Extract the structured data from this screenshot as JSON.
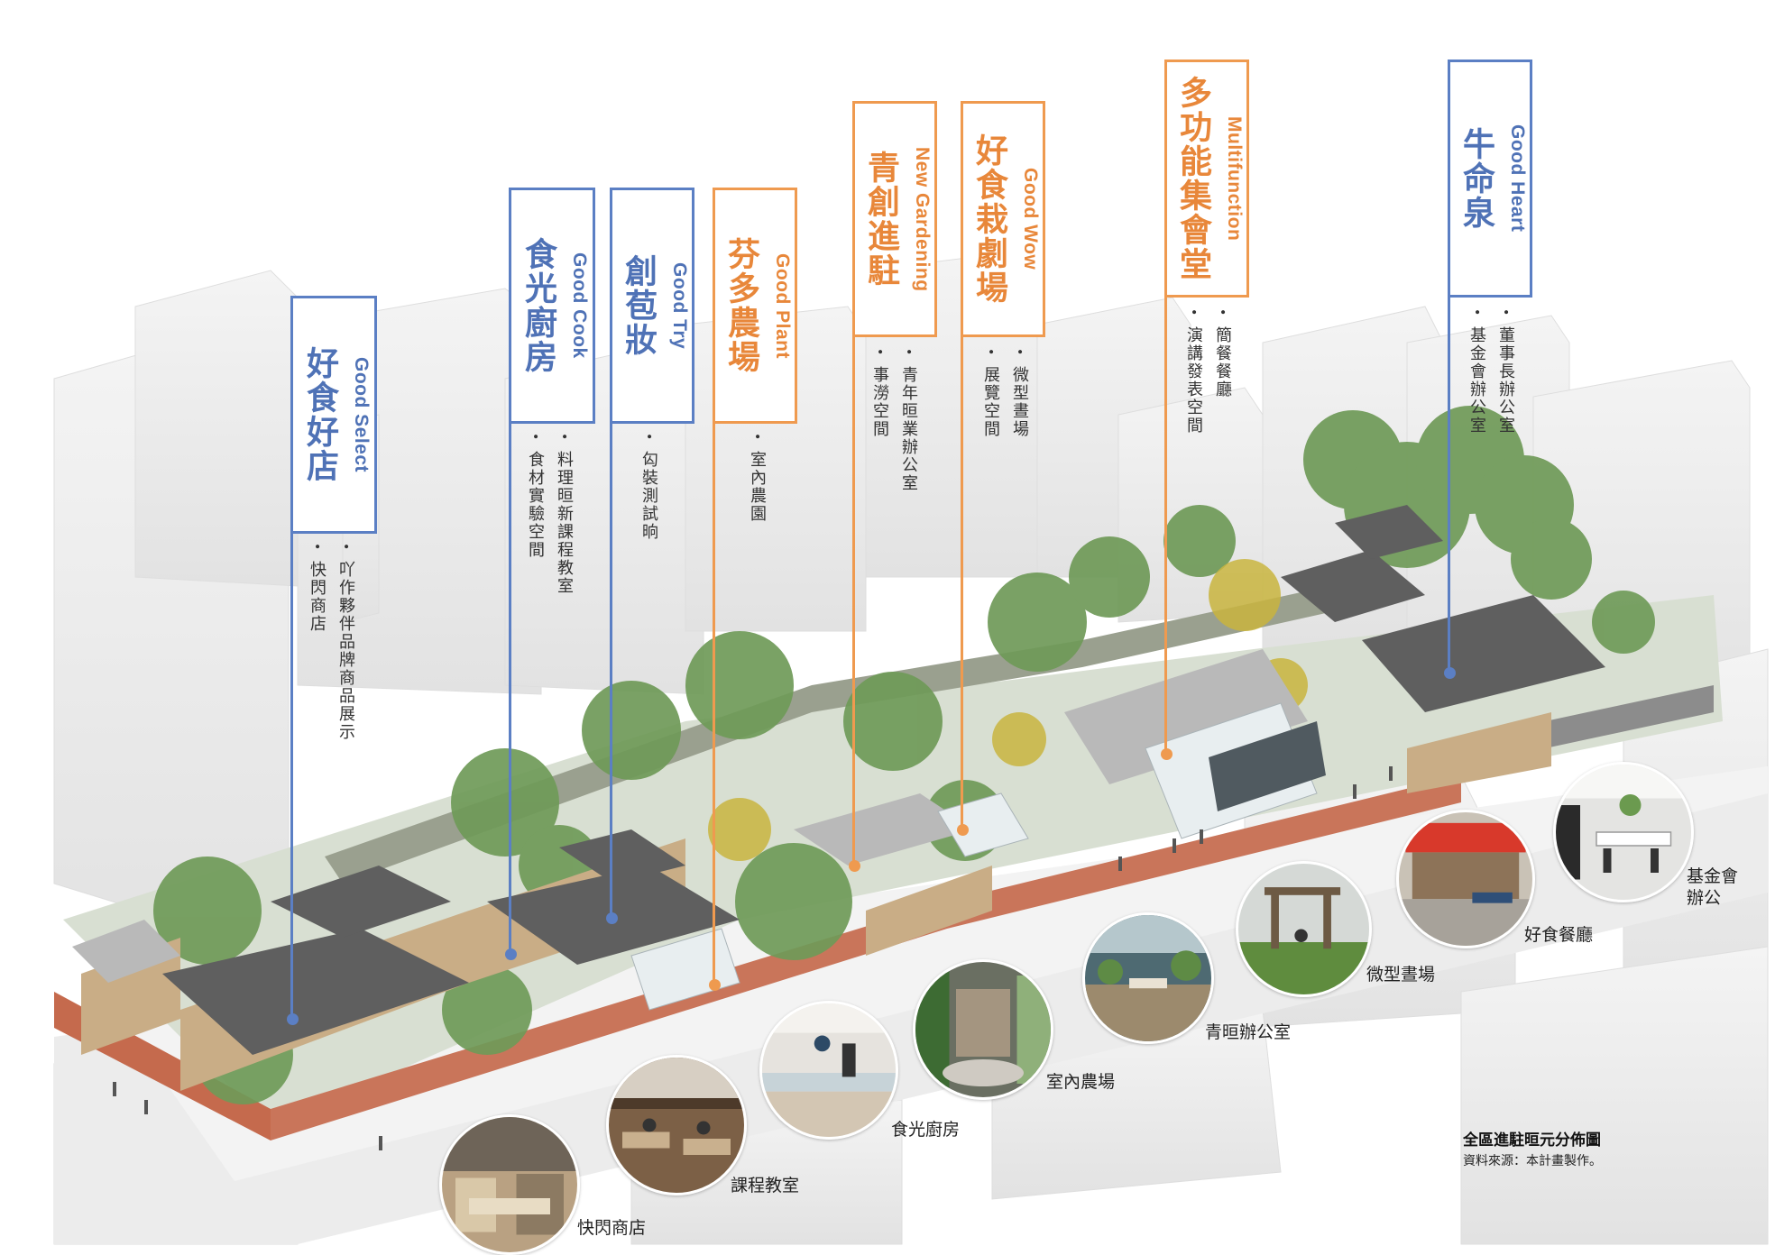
{
  "zones": [
    {
      "en": "Good Select",
      "zh": "好食好店",
      "color": "blue",
      "items": [
        "吖作夥伴品牌商品展示",
        "快閃商店"
      ]
    },
    {
      "en": "Good Cook",
      "zh": "食光廚房",
      "color": "blue",
      "items": [
        "料理晅新課程教室",
        "食材實驗空間"
      ]
    },
    {
      "en": "Good Try",
      "zh": "創苞妝",
      "color": "blue",
      "items": [
        "匃裝測試晌"
      ]
    },
    {
      "en": "Good Plant",
      "zh": "芬多農場",
      "color": "orange",
      "items": [
        "室內農園"
      ]
    },
    {
      "en": "New Gardening",
      "zh": "青創進駐",
      "color": "orange",
      "items": [
        "青年晅業辦公室",
        "事澇空間"
      ]
    },
    {
      "en": "Good Wow",
      "zh": "好食栽劇場",
      "color": "orange",
      "items": [
        "微型晝場",
        "展覽空間"
      ]
    },
    {
      "en": "Multifunction",
      "zh": "多功能集會堂",
      "color": "orange",
      "items": [
        "簡餐餐廳",
        "演講發表空間"
      ]
    },
    {
      "en": "Good Heart",
      "zh": "牛命泉",
      "color": "blue",
      "items": [
        "董事長辦公室",
        "基金會辦公室"
      ]
    }
  ],
  "photos": [
    {
      "label": "快閃商店"
    },
    {
      "label": "課程教室"
    },
    {
      "label": "食光廚房"
    },
    {
      "label": "室內農場"
    },
    {
      "label": "青晅辦公室"
    },
    {
      "label": "微型晝場"
    },
    {
      "label": "好食餐廳"
    },
    {
      "label": "基金會辦公"
    }
  ],
  "caption": {
    "title": "全區進駐晅元分佈圖",
    "source": "資料來源：本計畫製作。"
  },
  "colors": {
    "blue": "#5b7fc4",
    "orange": "#ef9a4f",
    "roof": "#5f5f5f",
    "brick": "#c56a4d",
    "tree": "#6f9a58",
    "ground": "#e6e6e6"
  }
}
